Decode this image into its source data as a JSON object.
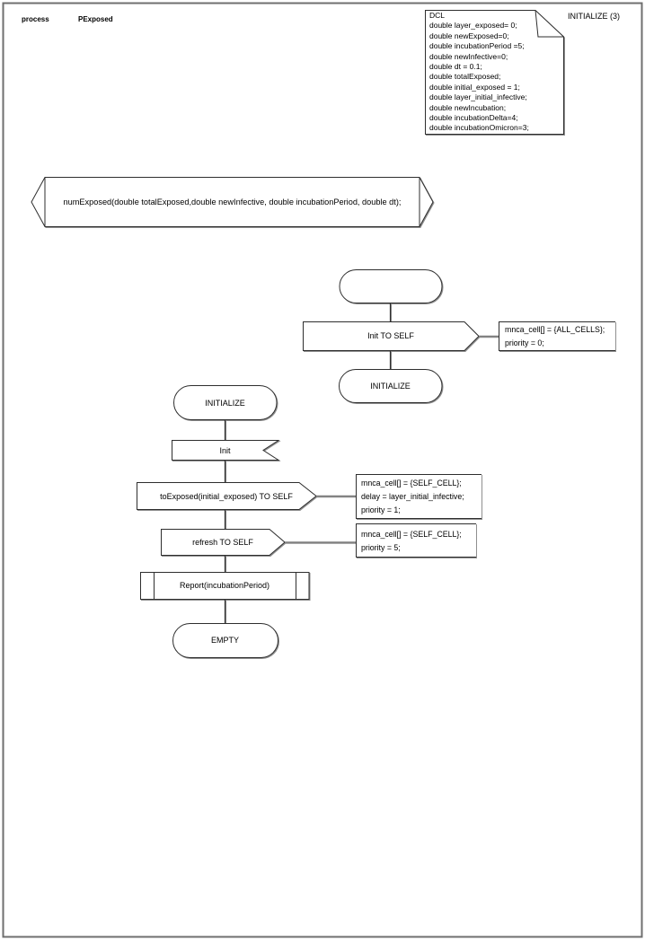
{
  "header": {
    "kind": "process",
    "name": "PExposed",
    "page_label": "INITIALIZE (3)"
  },
  "declarations": {
    "lines": [
      "DCL",
      "double layer_exposed= 0;",
      "double newExposed=0;",
      "double incubationPeriod =5;",
      "double newInfective=0;",
      "double dt = 0.1;",
      "double totalExposed;",
      "double initial_exposed = 1;",
      "double layer_initial_infective;",
      "double newIncubation;",
      "double incubationDelta=4;",
      "double incubationOmicron=3;"
    ]
  },
  "procedure_declaration": {
    "signature": "numExposed(double totalExposed,double newInfective, double incubationPeriod, double dt);"
  },
  "start_flow": {
    "send_init": "Init TO SELF",
    "comment_lines": [
      "mnca_cell[] = {ALL_CELLS};",
      "priority = 0;"
    ],
    "next_state": "INITIALIZE"
  },
  "initialize_flow": {
    "state": "INITIALIZE",
    "input_signal": "Init",
    "send_to_exposed": "toExposed(initial_exposed) TO SELF",
    "to_exposed_comment_lines": [
      "mnca_cell[] = {SELF_CELL};",
      "delay = layer_initial_infective;",
      "priority = 1;"
    ],
    "send_refresh": "refresh TO SELF",
    "refresh_comment_lines": [
      "mnca_cell[] = {SELF_CELL};",
      "priority = 5;"
    ],
    "procedure_call": "Report(incubationPeriod)",
    "next_state": "EMPTY"
  },
  "colors": {
    "symbol_stroke": "#2e2e2e",
    "comment_connector": "#7d7d7d",
    "page_border": "#6f6f6f",
    "background": "#ffffff"
  }
}
